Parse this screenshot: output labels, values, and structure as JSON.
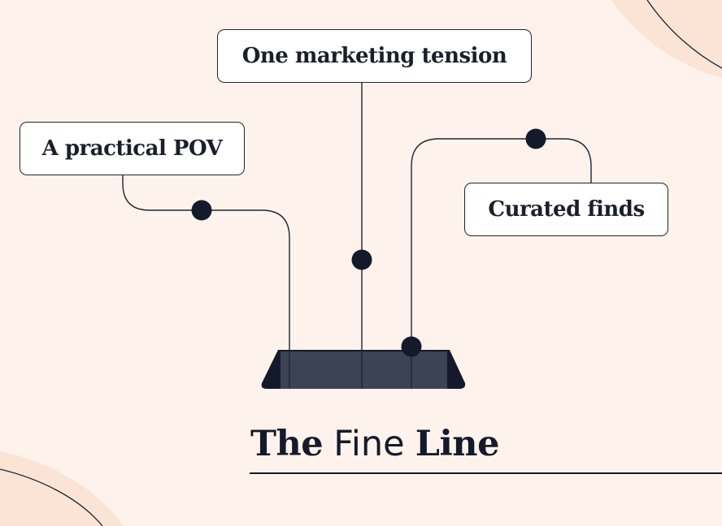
{
  "colors": {
    "background": "#fdf3ec",
    "accent_blob": "#fbe4d6",
    "ink": "#141a2b",
    "line": "#1e2533",
    "base_top": "#353d4e",
    "base_face": "#3b4355",
    "base_side": "#141a2b",
    "box_fill": "#ffffff",
    "text": "#1a1f2b"
  },
  "labels": {
    "top": "One marketing tension",
    "left": "A practical POV",
    "right": "Curated finds"
  },
  "title": {
    "part1": "The",
    "part2": "Fine",
    "part3": "Line"
  },
  "icons": {
    "connector_dot": "filled-circle",
    "base": "trapezoid-stand"
  }
}
